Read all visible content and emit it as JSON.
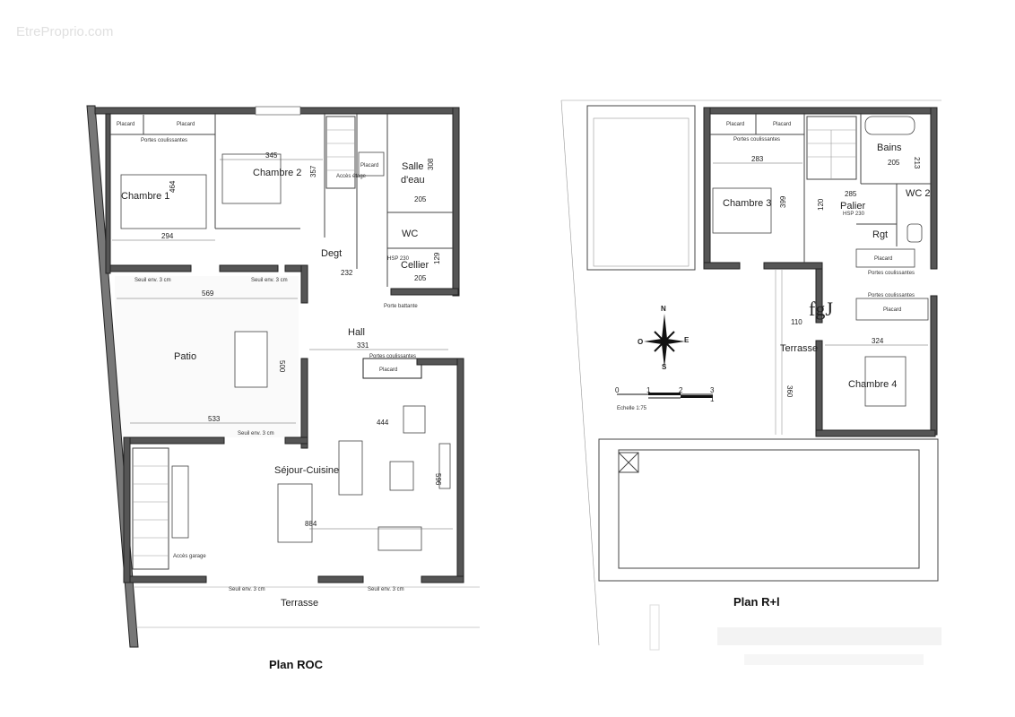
{
  "watermark": "EtreProprio.com",
  "plan_roc": {
    "title": "Plan ROC",
    "rooms": {
      "chambre1": "Chambre 1",
      "chambre2": "Chambre 2",
      "salle_eau_1": "Salle",
      "salle_eau_2": "d'eau",
      "wc": "WC",
      "cellier": "Cellier",
      "degt": "Degt",
      "hall": "Hall",
      "patio": "Patio",
      "sejour": "Séjour-Cuisine",
      "terrasse": "Terrasse"
    },
    "dimensions": {
      "d345": "345",
      "d294": "294",
      "d464": "464",
      "d357": "357",
      "d308": "308",
      "d205a": "205",
      "d205b": "205",
      "d129": "129",
      "d232": "232",
      "d569": "569",
      "d533": "533",
      "d500": "500",
      "d331": "331",
      "d444": "444",
      "d596": "596",
      "d884": "884"
    },
    "notes": {
      "placard": "Placard",
      "portes_coulissantes": "Portes coulissantes",
      "seuil_3cm": "Seuil env. 3 cm",
      "acces_etage": "Accès étage",
      "acces_garage": "Accès garage",
      "porte_battante": "Porte battante",
      "hsp": "HSP 230"
    }
  },
  "plan_r1": {
    "title": "Plan R+l",
    "rooms": {
      "chambre3": "Chambre 3",
      "chambre4": "Chambre 4",
      "bains": "Bains",
      "wc2": "WC 2",
      "palier": "Palier",
      "rgt": "Rgt",
      "terrasse": "Terrasse"
    },
    "dimensions": {
      "d283": "283",
      "d399": "399",
      "d285": "285",
      "d120": "120",
      "d205": "205",
      "d213": "213",
      "d324": "324",
      "d110": "110",
      "d360": "360"
    },
    "notes": {
      "placard": "Placard",
      "portes_coulissantes": "Portes coulissantes",
      "hsp": "HSP 230",
      "logo": "fgJ"
    },
    "compass": {
      "n": "N",
      "s": "S",
      "e": "E",
      "o": "O"
    },
    "scale": {
      "t0": "0",
      "t1": "1",
      "t2": "2",
      "t3": "3",
      "t1b": "1",
      "label": "Echelle 1:75"
    }
  }
}
